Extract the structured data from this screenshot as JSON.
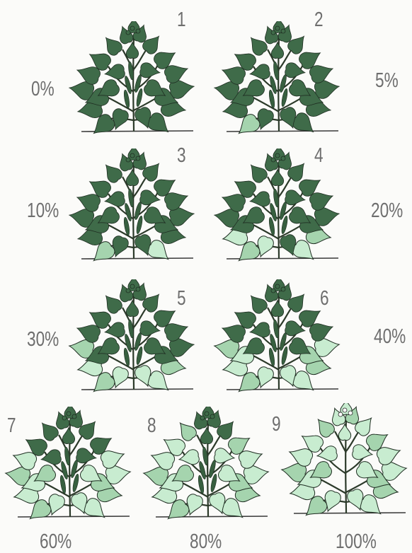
{
  "plants": [
    {
      "number": "1",
      "percent": "0%",
      "defoliation": 0.0
    },
    {
      "number": "2",
      "percent": "5%",
      "defoliation": 0.05
    },
    {
      "number": "3",
      "percent": "10%",
      "defoliation": 0.1
    },
    {
      "number": "4",
      "percent": "20%",
      "defoliation": 0.2
    },
    {
      "number": "5",
      "percent": "30%",
      "defoliation": 0.3
    },
    {
      "number": "6",
      "percent": "40%",
      "defoliation": 0.4
    },
    {
      "number": "7",
      "percent": "60%",
      "defoliation": 0.6
    },
    {
      "number": "8",
      "percent": "80%",
      "defoliation": 0.8
    },
    {
      "number": "9",
      "percent": "100%",
      "defoliation": 1.0
    }
  ],
  "colors": {
    "dark_leaf": "#3f6b49",
    "light_leaf": "#c8ecd0",
    "label": "#6e6e6e"
  }
}
